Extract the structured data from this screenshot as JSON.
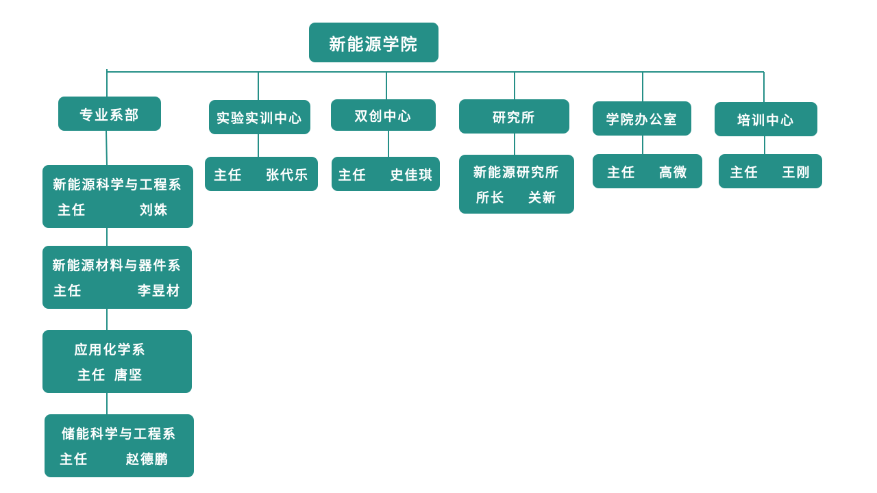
{
  "root": "新能源学院",
  "departments": {
    "title": "专业系部",
    "items": [
      {
        "name": "新能源科学与工程系",
        "role": "主任",
        "person": "刘姝"
      },
      {
        "name": "新能源材料与器件系",
        "role": "主任",
        "person": "李昱材"
      },
      {
        "name": "应用化学系",
        "role": "主任",
        "person": "唐坚"
      },
      {
        "name": "储能科学与工程系",
        "role": "主任",
        "person": "赵德鹏"
      }
    ]
  },
  "units": [
    {
      "name": "实验实训中心",
      "role": "主任",
      "person": "张代乐"
    },
    {
      "name": "双创中心",
      "role": "主任",
      "person": "史佳琪"
    },
    {
      "name": "研究所",
      "sub": "新能源研究所",
      "role": "所长",
      "person": "关新"
    },
    {
      "name": "学院办公室",
      "role": "主任",
      "person": "高微"
    },
    {
      "name": "培训中心",
      "role": "主任",
      "person": "王刚"
    }
  ],
  "colors": {
    "box": "#258f87",
    "line": "#258f87"
  }
}
